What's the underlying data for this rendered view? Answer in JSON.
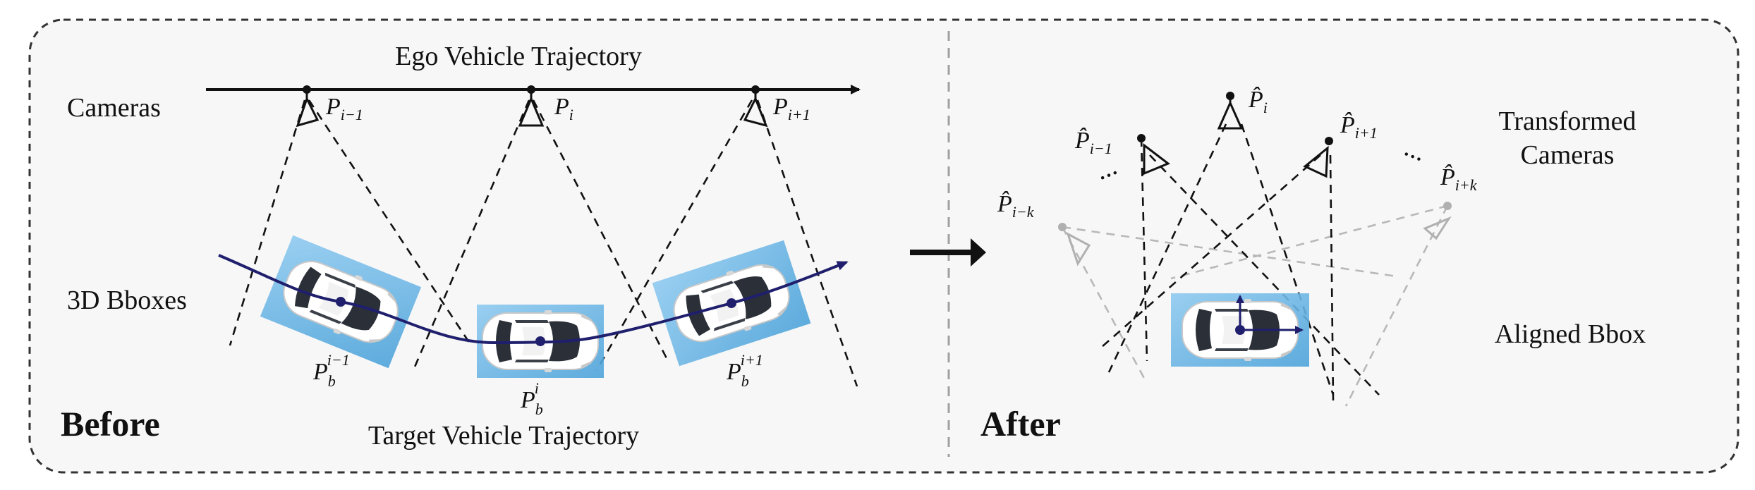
{
  "labels": {
    "ego_trajectory": "Ego Vehicle Trajectory",
    "cameras": "Cameras",
    "bboxes": "3D Bboxes",
    "target_trajectory": "Target Vehicle Trajectory",
    "before": "Before",
    "after": "After",
    "transformed_cameras_line1": "Transformed",
    "transformed_cameras_line2": "Cameras",
    "aligned_bbox": "Aligned Bbox"
  },
  "before": {
    "camera_poses": [
      {
        "base": "P",
        "sub": "i−1"
      },
      {
        "base": "P",
        "sub": "i"
      },
      {
        "base": "P",
        "sub": "i+1"
      }
    ],
    "bbox_poses": [
      {
        "base": "P",
        "sub": "b",
        "sup": "i−1"
      },
      {
        "base": "P",
        "sub": "b",
        "sup": "i"
      },
      {
        "base": "P",
        "sub": "b",
        "sup": "i+1"
      }
    ]
  },
  "after": {
    "transformed_cameras": [
      {
        "base": "P̂",
        "sub": "i−k"
      },
      {
        "base": "P̂",
        "sub": "i−1"
      },
      {
        "base": "P̂",
        "sub": "i"
      },
      {
        "base": "P̂",
        "sub": "i+1"
      },
      {
        "base": "P̂",
        "sub": "i+k"
      }
    ],
    "ellipsis": "..."
  },
  "colors": {
    "frame": "#333333",
    "background": "#f7f7f7",
    "trajectory": "#1f1f6e",
    "bbox_fill": "#5fb0e0",
    "car_body": "#ffffff",
    "car_glass": "#2a2f38",
    "divider": "#a0a0a0",
    "faded_camera": "#b0b0b0"
  }
}
